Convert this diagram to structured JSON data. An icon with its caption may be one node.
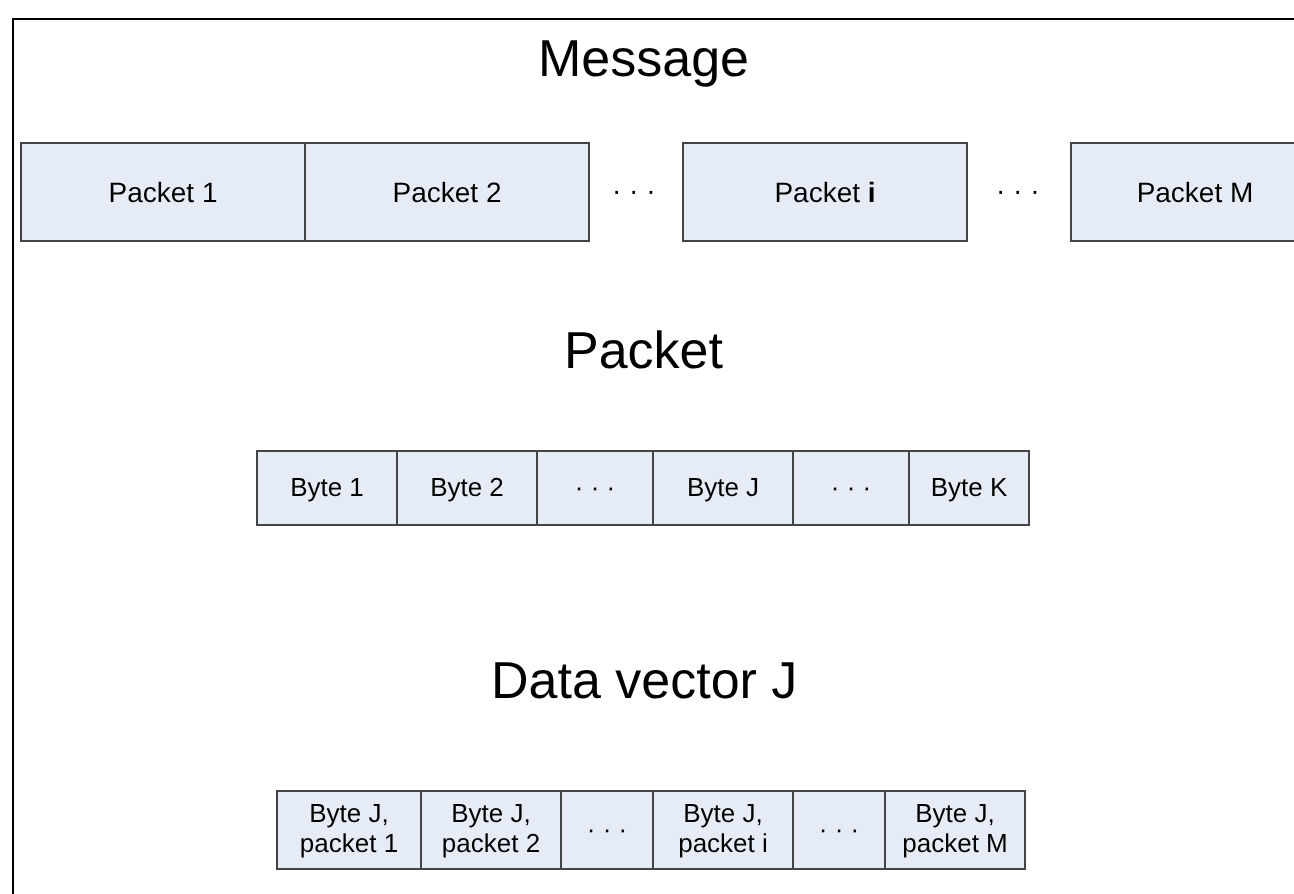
{
  "diagram": {
    "nodes": [
      {
        "text": [
          "Packet 1"
        ]
      },
      {
        "text": [
          "Packet 2"
        ]
      },
      {
        "text": [
          "Packet **i**"
        ]
      },
      {
        "text": [
          "Packet M"
        ]
      },
      {
        "text": [
          "Byte 1"
        ]
      },
      {
        "text": [
          "Byte 2"
        ]
      },
      {
        "text": [
          "· · ·"
        ]
      },
      {
        "text": [
          "Byte J"
        ]
      },
      {
        "text": [
          "· · ·"
        ]
      },
      {
        "text": [
          "Byte K"
        ]
      },
      {
        "text": [
          "Byte J, packet 1"
        ]
      },
      {
        "text": [
          "Byte J, packet 2"
        ]
      },
      {
        "text": [
          "· · ·"
        ]
      },
      {
        "text": [
          "Byte J, packet i"
        ]
      },
      {
        "text": [
          "· · ·"
        ]
      },
      {
        "text": [
          "Byte J, packet M"
        ]
      }
    ],
    "edges": [],
    "labels": [
      "Message",
      "· · ·",
      "· · ·",
      "Packet",
      "Data vector J"
    ]
  }
}
